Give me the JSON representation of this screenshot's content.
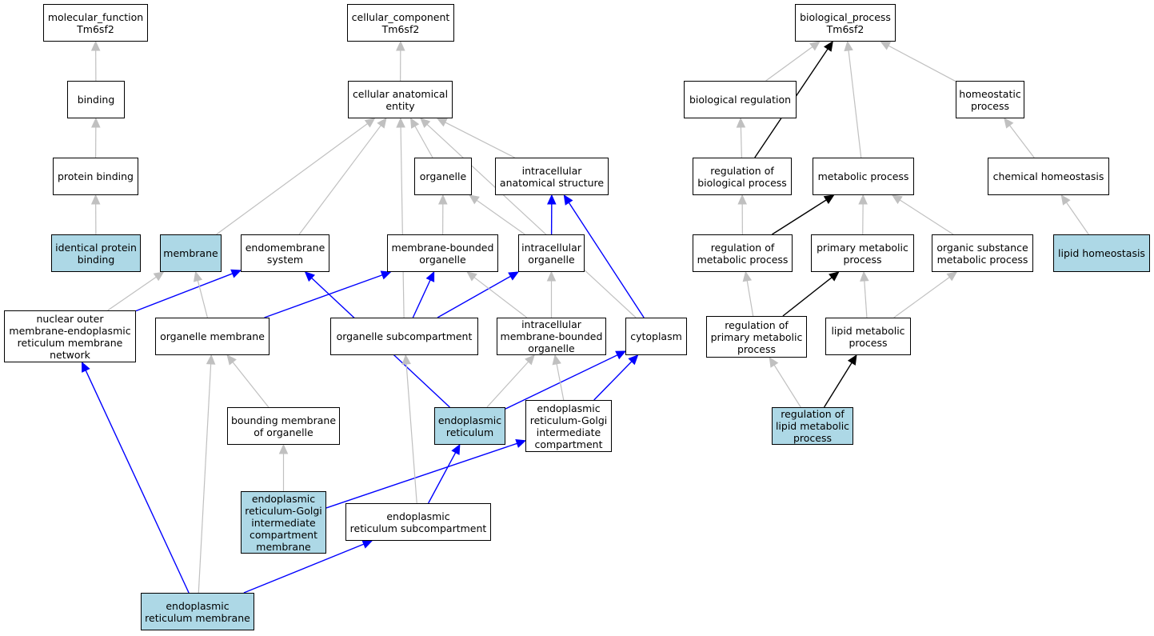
{
  "colors": {
    "highlight": "#add8e6",
    "blue": "#0000ff",
    "black": "#000000",
    "gray": "#c0c0c0"
  },
  "nodes": {
    "mf_root": {
      "label": "molecular_function\nTm6sf2",
      "highlighted": false
    },
    "binding": {
      "label": "binding",
      "highlighted": false
    },
    "protein_binding": {
      "label": "protein binding",
      "highlighted": false
    },
    "identical_protein_binding": {
      "label": "identical protein\nbinding",
      "highlighted": true
    },
    "cc_root": {
      "label": "cellular_component\nTm6sf2",
      "highlighted": false
    },
    "cellular_anatomical_entity": {
      "label": "cellular anatomical\nentity",
      "highlighted": false
    },
    "organelle": {
      "label": "organelle",
      "highlighted": false
    },
    "intracellular_anatomical_structure": {
      "label": "intracellular\nanatomical structure",
      "highlighted": false
    },
    "membrane": {
      "label": "membrane",
      "highlighted": true
    },
    "endomembrane_system": {
      "label": "endomembrane\nsystem",
      "highlighted": false
    },
    "membrane_bounded_organelle": {
      "label": "membrane-bounded\norganelle",
      "highlighted": false
    },
    "intracellular_organelle": {
      "label": "intracellular\norganelle",
      "highlighted": false
    },
    "nuclear_outer_membrane": {
      "label": "nuclear outer\nmembrane-endoplasmic\nreticulum membrane\nnetwork",
      "highlighted": false
    },
    "organelle_membrane": {
      "label": "organelle membrane",
      "highlighted": false
    },
    "organelle_subcompartment": {
      "label": "organelle subcompartment",
      "highlighted": false
    },
    "intracellular_mb_organelle": {
      "label": "intracellular\nmembrane-bounded\norganelle",
      "highlighted": false
    },
    "cytoplasm": {
      "label": "cytoplasm",
      "highlighted": false
    },
    "bounding_membrane": {
      "label": "bounding membrane\nof organelle",
      "highlighted": false
    },
    "endoplasmic_reticulum": {
      "label": "endoplasmic\nreticulum",
      "highlighted": true
    },
    "ergic": {
      "label": "endoplasmic\nreticulum-Golgi\nintermediate\ncompartment",
      "highlighted": false
    },
    "ergic_membrane": {
      "label": "endoplasmic\nreticulum-Golgi\nintermediate\ncompartment\nmembrane",
      "highlighted": true
    },
    "er_subcompartment": {
      "label": "endoplasmic\nreticulum subcompartment",
      "highlighted": false
    },
    "er_membrane": {
      "label": "endoplasmic\nreticulum membrane",
      "highlighted": true
    },
    "bp_root": {
      "label": "biological_process\nTm6sf2",
      "highlighted": false
    },
    "biological_regulation": {
      "label": "biological regulation",
      "highlighted": false
    },
    "homeostatic_process": {
      "label": "homeostatic\nprocess",
      "highlighted": false
    },
    "regulation_of_biological_process": {
      "label": "regulation of\nbiological process",
      "highlighted": false
    },
    "metabolic_process": {
      "label": "metabolic process",
      "highlighted": false
    },
    "chemical_homeostasis": {
      "label": "chemical homeostasis",
      "highlighted": false
    },
    "regulation_of_metabolic_process": {
      "label": "regulation of\nmetabolic process",
      "highlighted": false
    },
    "primary_metabolic_process": {
      "label": "primary metabolic\nprocess",
      "highlighted": false
    },
    "organic_substance_metabolic_process": {
      "label": "organic substance\nmetabolic process",
      "highlighted": false
    },
    "lipid_homeostasis": {
      "label": "lipid homeostasis",
      "highlighted": true
    },
    "regulation_of_primary_metabolic_process": {
      "label": "regulation of\nprimary metabolic\nprocess",
      "highlighted": false
    },
    "lipid_metabolic_process": {
      "label": "lipid metabolic\nprocess",
      "highlighted": false
    },
    "regulation_of_lipid_metabolic_process": {
      "label": "regulation of\nlipid metabolic\nprocess",
      "highlighted": true
    }
  },
  "edges": [
    {
      "from": "binding",
      "to": "mf_root",
      "color": "gray"
    },
    {
      "from": "protein_binding",
      "to": "binding",
      "color": "gray"
    },
    {
      "from": "identical_protein_binding",
      "to": "protein_binding",
      "color": "gray"
    },
    {
      "from": "cellular_anatomical_entity",
      "to": "cc_root",
      "color": "gray"
    },
    {
      "from": "organelle",
      "to": "cellular_anatomical_entity",
      "color": "gray"
    },
    {
      "from": "intracellular_anatomical_structure",
      "to": "cellular_anatomical_entity",
      "color": "gray"
    },
    {
      "from": "membrane",
      "to": "cellular_anatomical_entity",
      "color": "gray"
    },
    {
      "from": "endomembrane_system",
      "to": "cellular_anatomical_entity",
      "color": "gray"
    },
    {
      "from": "organelle_subcompartment",
      "to": "cellular_anatomical_entity",
      "color": "gray"
    },
    {
      "from": "cytoplasm",
      "to": "cellular_anatomical_entity",
      "color": "gray"
    },
    {
      "from": "membrane_bounded_organelle",
      "to": "organelle",
      "color": "gray"
    },
    {
      "from": "intracellular_organelle",
      "to": "organelle",
      "color": "gray"
    },
    {
      "from": "intracellular_organelle",
      "to": "intracellular_anatomical_structure",
      "color": "blue"
    },
    {
      "from": "cytoplasm",
      "to": "intracellular_anatomical_structure",
      "color": "blue"
    },
    {
      "from": "nuclear_outer_membrane",
      "to": "membrane",
      "color": "gray"
    },
    {
      "from": "nuclear_outer_membrane",
      "to": "endomembrane_system",
      "color": "blue"
    },
    {
      "from": "organelle_membrane",
      "to": "membrane",
      "color": "gray"
    },
    {
      "from": "organelle_membrane",
      "to": "membrane_bounded_organelle",
      "color": "blue"
    },
    {
      "from": "organelle_subcompartment",
      "to": "membrane_bounded_organelle",
      "color": "blue"
    },
    {
      "from": "organelle_subcompartment",
      "to": "intracellular_organelle",
      "color": "blue"
    },
    {
      "from": "intracellular_mb_organelle",
      "to": "membrane_bounded_organelle",
      "color": "gray"
    },
    {
      "from": "intracellular_mb_organelle",
      "to": "intracellular_organelle",
      "color": "gray"
    },
    {
      "from": "bounding_membrane",
      "to": "organelle_membrane",
      "color": "gray"
    },
    {
      "from": "endoplasmic_reticulum",
      "to": "endomembrane_system",
      "color": "blue"
    },
    {
      "from": "endoplasmic_reticulum",
      "to": "intracellular_mb_organelle",
      "color": "gray"
    },
    {
      "from": "endoplasmic_reticulum",
      "to": "cytoplasm",
      "color": "blue"
    },
    {
      "from": "ergic",
      "to": "intracellular_mb_organelle",
      "color": "gray"
    },
    {
      "from": "ergic",
      "to": "cytoplasm",
      "color": "blue"
    },
    {
      "from": "ergic_membrane",
      "to": "bounding_membrane",
      "color": "gray"
    },
    {
      "from": "ergic_membrane",
      "to": "ergic",
      "color": "blue"
    },
    {
      "from": "er_subcompartment",
      "to": "organelle_subcompartment",
      "color": "gray"
    },
    {
      "from": "er_subcompartment",
      "to": "endoplasmic_reticulum",
      "color": "blue"
    },
    {
      "from": "er_membrane",
      "to": "nuclear_outer_membrane",
      "color": "blue"
    },
    {
      "from": "er_membrane",
      "to": "organelle_membrane",
      "color": "gray"
    },
    {
      "from": "er_membrane",
      "to": "er_subcompartment",
      "color": "blue"
    },
    {
      "from": "biological_regulation",
      "to": "bp_root",
      "color": "gray"
    },
    {
      "from": "homeostatic_process",
      "to": "bp_root",
      "color": "gray"
    },
    {
      "from": "metabolic_process",
      "to": "bp_root",
      "color": "gray"
    },
    {
      "from": "regulation_of_biological_process",
      "to": "bp_root",
      "color": "black"
    },
    {
      "from": "regulation_of_biological_process",
      "to": "biological_regulation",
      "color": "gray"
    },
    {
      "from": "chemical_homeostasis",
      "to": "homeostatic_process",
      "color": "gray"
    },
    {
      "from": "regulation_of_metabolic_process",
      "to": "regulation_of_biological_process",
      "color": "gray"
    },
    {
      "from": "regulation_of_metabolic_process",
      "to": "metabolic_process",
      "color": "black"
    },
    {
      "from": "primary_metabolic_process",
      "to": "metabolic_process",
      "color": "gray"
    },
    {
      "from": "organic_substance_metabolic_process",
      "to": "metabolic_process",
      "color": "gray"
    },
    {
      "from": "lipid_homeostasis",
      "to": "chemical_homeostasis",
      "color": "gray"
    },
    {
      "from": "regulation_of_primary_metabolic_process",
      "to": "regulation_of_metabolic_process",
      "color": "gray"
    },
    {
      "from": "regulation_of_primary_metabolic_process",
      "to": "primary_metabolic_process",
      "color": "black"
    },
    {
      "from": "lipid_metabolic_process",
      "to": "primary_metabolic_process",
      "color": "gray"
    },
    {
      "from": "lipid_metabolic_process",
      "to": "organic_substance_metabolic_process",
      "color": "gray"
    },
    {
      "from": "regulation_of_lipid_metabolic_process",
      "to": "regulation_of_primary_metabolic_process",
      "color": "gray"
    },
    {
      "from": "regulation_of_lipid_metabolic_process",
      "to": "lipid_metabolic_process",
      "color": "black"
    }
  ]
}
